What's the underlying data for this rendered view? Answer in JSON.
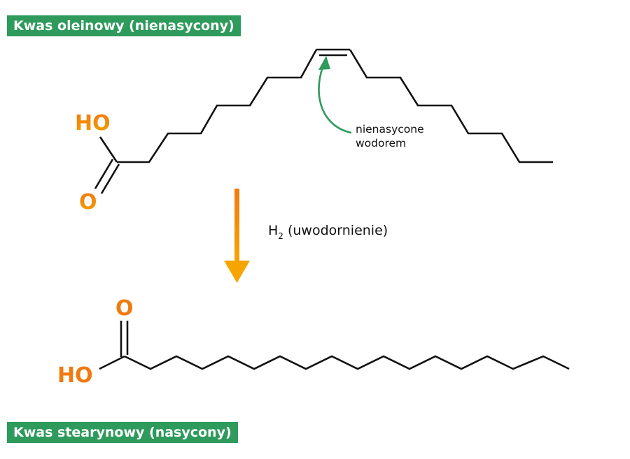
{
  "oleic": {
    "label": "Kwas oleinowy (nienasycony)",
    "hydroxyl": "HO",
    "carbonyl_oxygen": "O",
    "annotation_line1": "nienasycone",
    "annotation_line2": "wodorem"
  },
  "reaction": {
    "reagent_main": "H",
    "reagent_sub": "2",
    "reagent_text": " (uwodornienie)"
  },
  "stearic": {
    "label": "Kwas stearynowy (nasycony)",
    "hydroxyl": "HO",
    "carbonyl_oxygen": "O"
  },
  "colors": {
    "label_background": "#2e9a5c",
    "annotation_arrow": "#2e9a5c",
    "oxygen": "#f07a10",
    "arrow_top": "#f07a10",
    "arrow_bottom": "#f5a400",
    "bond": "#111111"
  }
}
